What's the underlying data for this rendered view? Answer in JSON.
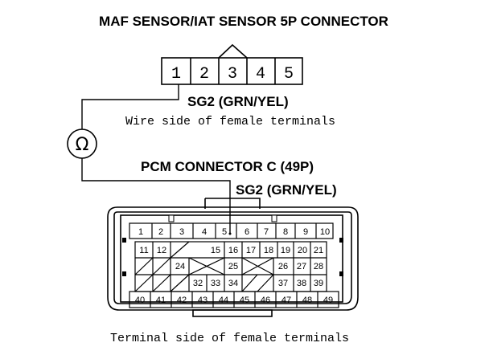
{
  "title": "MAF SENSOR/IAT SENSOR 5P CONNECTOR",
  "maf_connector": {
    "terminals": [
      "1",
      "2",
      "3",
      "4",
      "5"
    ],
    "wire_label": "SG2 (GRN/YEL)",
    "view_caption": "Wire side of female terminals"
  },
  "ohmmeter_symbol": "Ω",
  "pcm_connector": {
    "title": "PCM CONNECTOR C (49P)",
    "wire_label": "SG2 (GRN/YEL)",
    "rows": [
      [
        "1",
        "2",
        "3",
        "4",
        "5",
        "6",
        "7",
        "8",
        "9",
        "10"
      ],
      [
        "11",
        "12",
        "",
        "15",
        "16",
        "17",
        "18",
        "19",
        "20",
        "21"
      ],
      [
        "",
        "",
        "24",
        "",
        "25",
        "",
        "26",
        "27",
        "28"
      ],
      [
        "",
        "",
        "",
        "32",
        "33",
        "34",
        "",
        "37",
        "38",
        "39"
      ],
      [
        "40",
        "41",
        "42",
        "43",
        "44",
        "45",
        "46",
        "47",
        "48",
        "49"
      ]
    ],
    "view_caption": "Terminal side of female terminals"
  }
}
